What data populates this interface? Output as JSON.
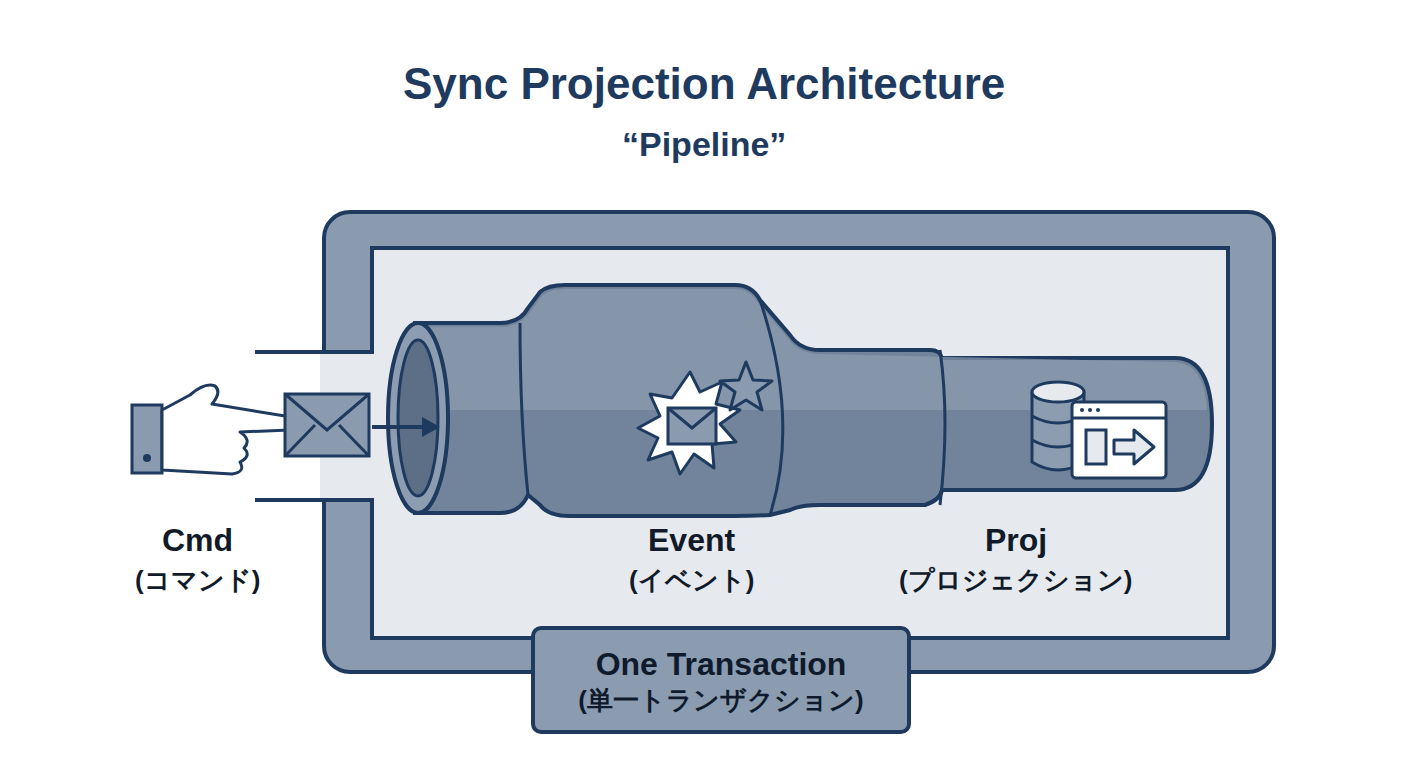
{
  "diagram": {
    "title": "Sync Projection Architecture",
    "nodes": [
      {
        "text": [
          "One Transaction",
          "(単一トランザクション)"
        ]
      }
    ],
    "labels": [
      "“Pipeline”",
      "Cmd",
      "(コマンド)",
      "Event",
      "(イベント)",
      "Proj",
      "(プロジェクション)"
    ]
  }
}
